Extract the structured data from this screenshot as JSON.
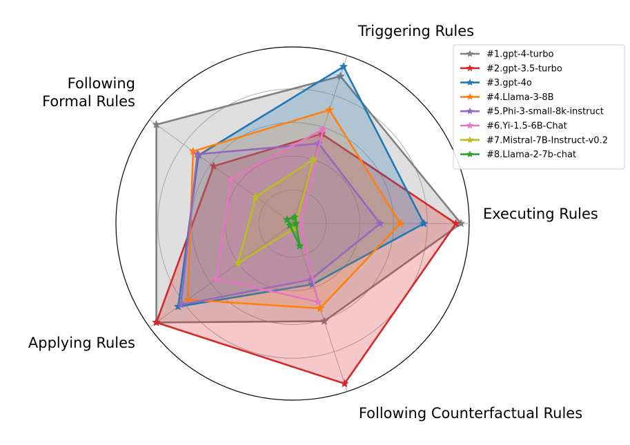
{
  "chart_data": {
    "type": "radar",
    "title": "",
    "axes": [
      {
        "name": "Executing Rules"
      },
      {
        "name": "Triggering Rules"
      },
      {
        "name": "Following Formal Rules",
        "lines": [
          "Following",
          "Formal Rules"
        ]
      },
      {
        "name": "Applying Rules"
      },
      {
        "name": "Following Counterfactual Rules"
      }
    ],
    "grid": true,
    "legend_position": "top-right",
    "series": [
      {
        "name": "#1.gpt-4-turbo",
        "color": "#7f7f7f",
        "filled": true,
        "fill_opacity": 0.25,
        "values": [
          1.0,
          0.92,
          1.0,
          1.0,
          0.61
        ]
      },
      {
        "name": "#2.gpt-3.5-turbo",
        "color": "#d62728",
        "filled": true,
        "fill_opacity": 0.25,
        "values": [
          0.97,
          0.56,
          0.58,
          1.0,
          1.0
        ]
      },
      {
        "name": "#3.gpt-4o",
        "color": "#1f77b4",
        "filled": true,
        "fill_opacity": 0.25,
        "values": [
          0.78,
          0.98,
          0.69,
          0.84,
          0.38
        ]
      },
      {
        "name": "#4.Llama-3-8B",
        "color": "#ff7f0e",
        "filled": true,
        "fill_opacity": 0.15,
        "values": [
          0.64,
          0.71,
          0.73,
          0.77,
          0.53
        ]
      },
      {
        "name": "#5.Phi-3-small-8k-instruct",
        "color": "#9467bd",
        "filled": true,
        "fill_opacity": 0.15,
        "values": [
          0.52,
          0.5,
          0.7,
          0.82,
          0.35
        ]
      },
      {
        "name": "#6.Yi-1.5-6B-Chat",
        "color": "#e377c2",
        "filled": true,
        "fill_opacity": 0.15,
        "values": [
          0.05,
          0.59,
          0.45,
          0.56,
          0.49
        ]
      },
      {
        "name": "#7.Mistral-7B-Instruct-v0.2",
        "color": "#bcbd22",
        "filled": true,
        "fill_opacity": 0.15,
        "values": [
          0.02,
          0.4,
          0.27,
          0.4,
          0.03
        ]
      },
      {
        "name": "#8.Llama-2-7b-chat",
        "color": "#2ca02c",
        "filled": true,
        "fill_opacity": 0.15,
        "values": [
          0.02,
          0.04,
          0.04,
          0.02,
          0.14
        ]
      }
    ]
  }
}
